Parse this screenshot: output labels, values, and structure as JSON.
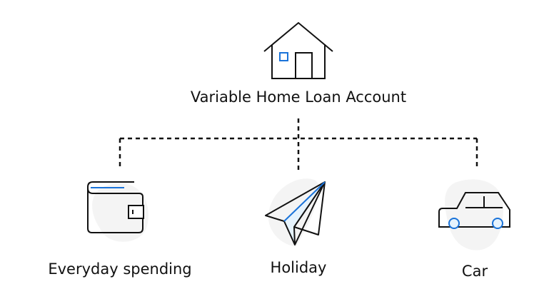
{
  "root": {
    "label": "Variable Home Loan Account",
    "icon": "house-icon"
  },
  "children": [
    {
      "label": "Everyday spending",
      "icon": "wallet-icon"
    },
    {
      "label": "Holiday",
      "icon": "paper-plane-icon"
    },
    {
      "label": "Car",
      "icon": "car-icon"
    }
  ],
  "colors": {
    "accent": "#1a73d9",
    "accent_fill": "#e6f3fd",
    "blob": "#f4f4f4",
    "line": "#111111"
  }
}
